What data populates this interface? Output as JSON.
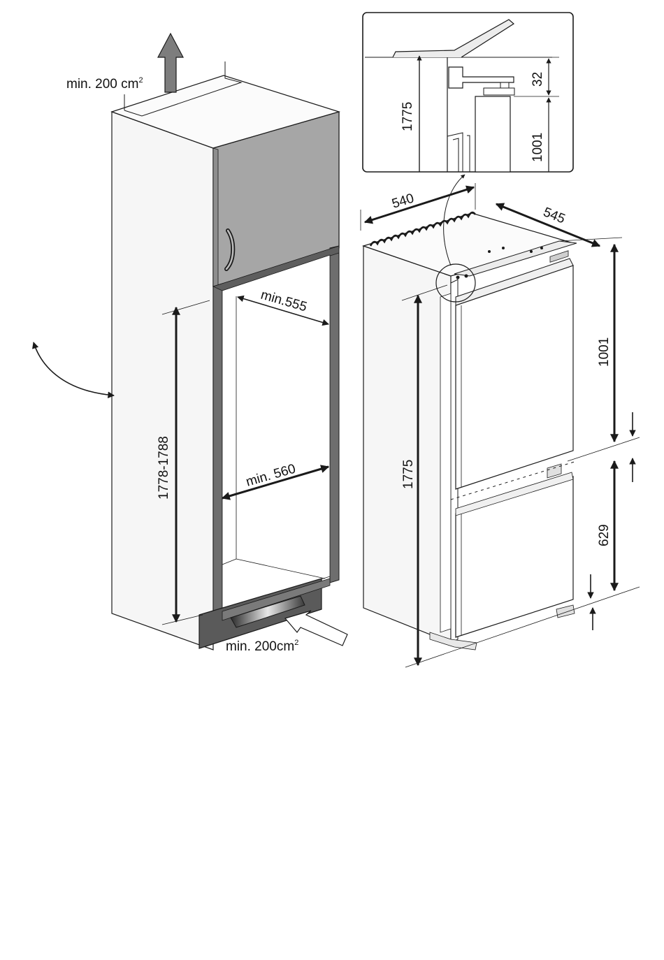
{
  "colors": {
    "line": "#1a1a1a",
    "cabinet_front": "#f4f4f4",
    "cabinet_side": "#fafafa",
    "door_grey": "#a6a6a6",
    "frame_grey": "#6e6e6e",
    "plinth_dark": "#5a5a5a"
  },
  "cabinet": {
    "top_vent_label": "min. 200 cm",
    "top_vent_sup": "2",
    "bottom_vent_label": "min. 200cm",
    "bottom_vent_sup": "2",
    "niche_height": "1778-1788",
    "niche_depth": "min.555",
    "niche_width": "min. 560"
  },
  "appliance": {
    "width": "540",
    "depth": "545",
    "total_height": "1775",
    "upper_door_height": "1001",
    "lower_door_height": "629"
  },
  "detail": {
    "total_height": "1775",
    "gap": "32",
    "upper_door_height": "1001"
  }
}
